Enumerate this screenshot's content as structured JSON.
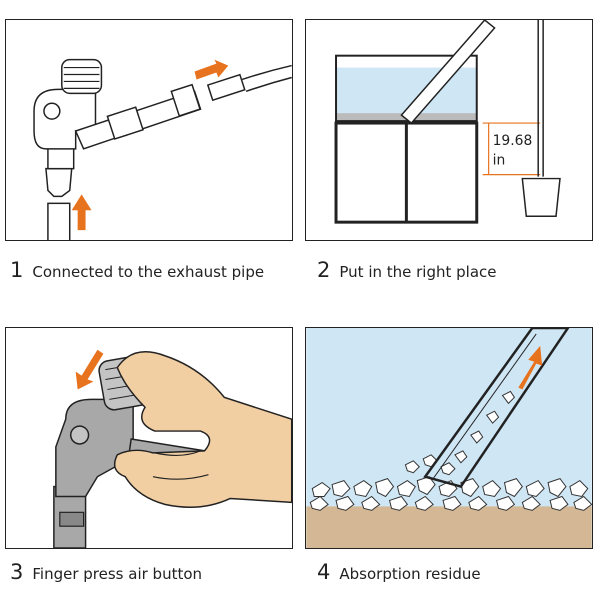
{
  "steps": [
    {
      "number": "1",
      "text": "Connected to the exhaust pipe"
    },
    {
      "number": "2",
      "text": "Put in the right place"
    },
    {
      "number": "3",
      "text": "Finger press air button"
    },
    {
      "number": "4",
      "text": "Absorption residue"
    }
  ],
  "measurement": {
    "value": "19.68",
    "unit": "in"
  },
  "colors": {
    "arrow": "#e8731f",
    "water": "#cfe6f5",
    "sand": "#d4b896",
    "device": "#a8a8a8",
    "hand": "#f2cfa3",
    "outline": "#222222"
  },
  "icons": [
    "arrow-left-icon",
    "arrow-up-icon",
    "arrow-down-left-icon",
    "arrow-up-right-icon"
  ]
}
